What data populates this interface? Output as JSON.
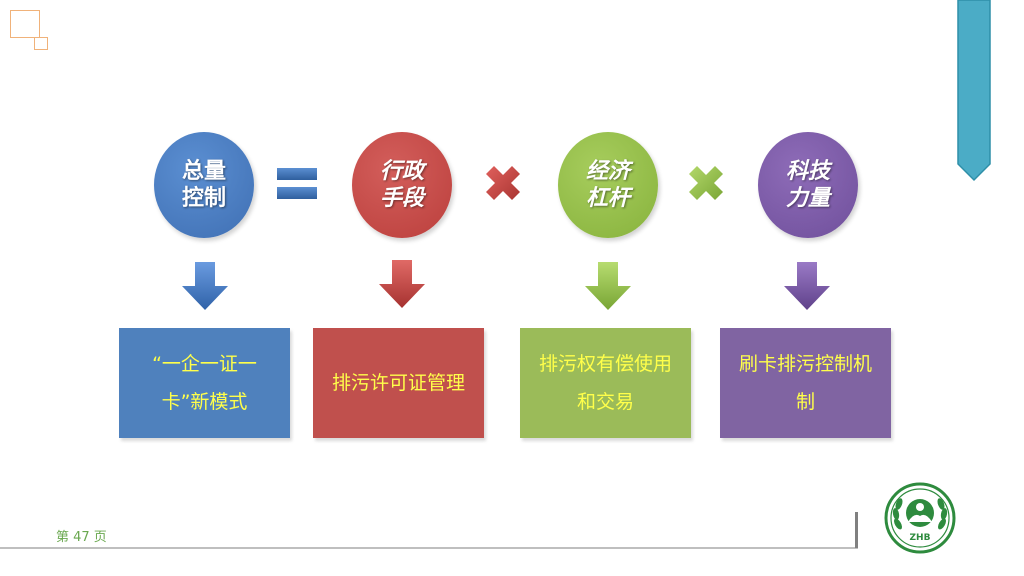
{
  "circles": [
    {
      "line1": "总量",
      "line2": "控制",
      "color": "#4f81bd"
    },
    {
      "line1": "行政",
      "line2": "手段",
      "color": "#c0504d"
    },
    {
      "line1": "经济",
      "line2": "杠杆",
      "color": "#9bbb59"
    },
    {
      "line1": "科技",
      "line2": "力量",
      "color": "#8064a2"
    }
  ],
  "operators": [
    "equals-sign",
    "multiply-sign",
    "multiply-sign"
  ],
  "boxes": [
    {
      "text": "“一企一证一卡”新模式"
    },
    {
      "text": "排污许可证管理"
    },
    {
      "text": "排污权有偿使用和交易"
    },
    {
      "text": "刷卡排污控制机制"
    }
  ],
  "footer": {
    "page": "第 47 页"
  },
  "logo": {
    "text": "ZHB"
  },
  "colors": {
    "blue": "#4f81bd",
    "red": "#c0504d",
    "green": "#9bbb59",
    "purple": "#8064a2",
    "box_text": "#ffff4a",
    "tab": "#4bacc6"
  }
}
